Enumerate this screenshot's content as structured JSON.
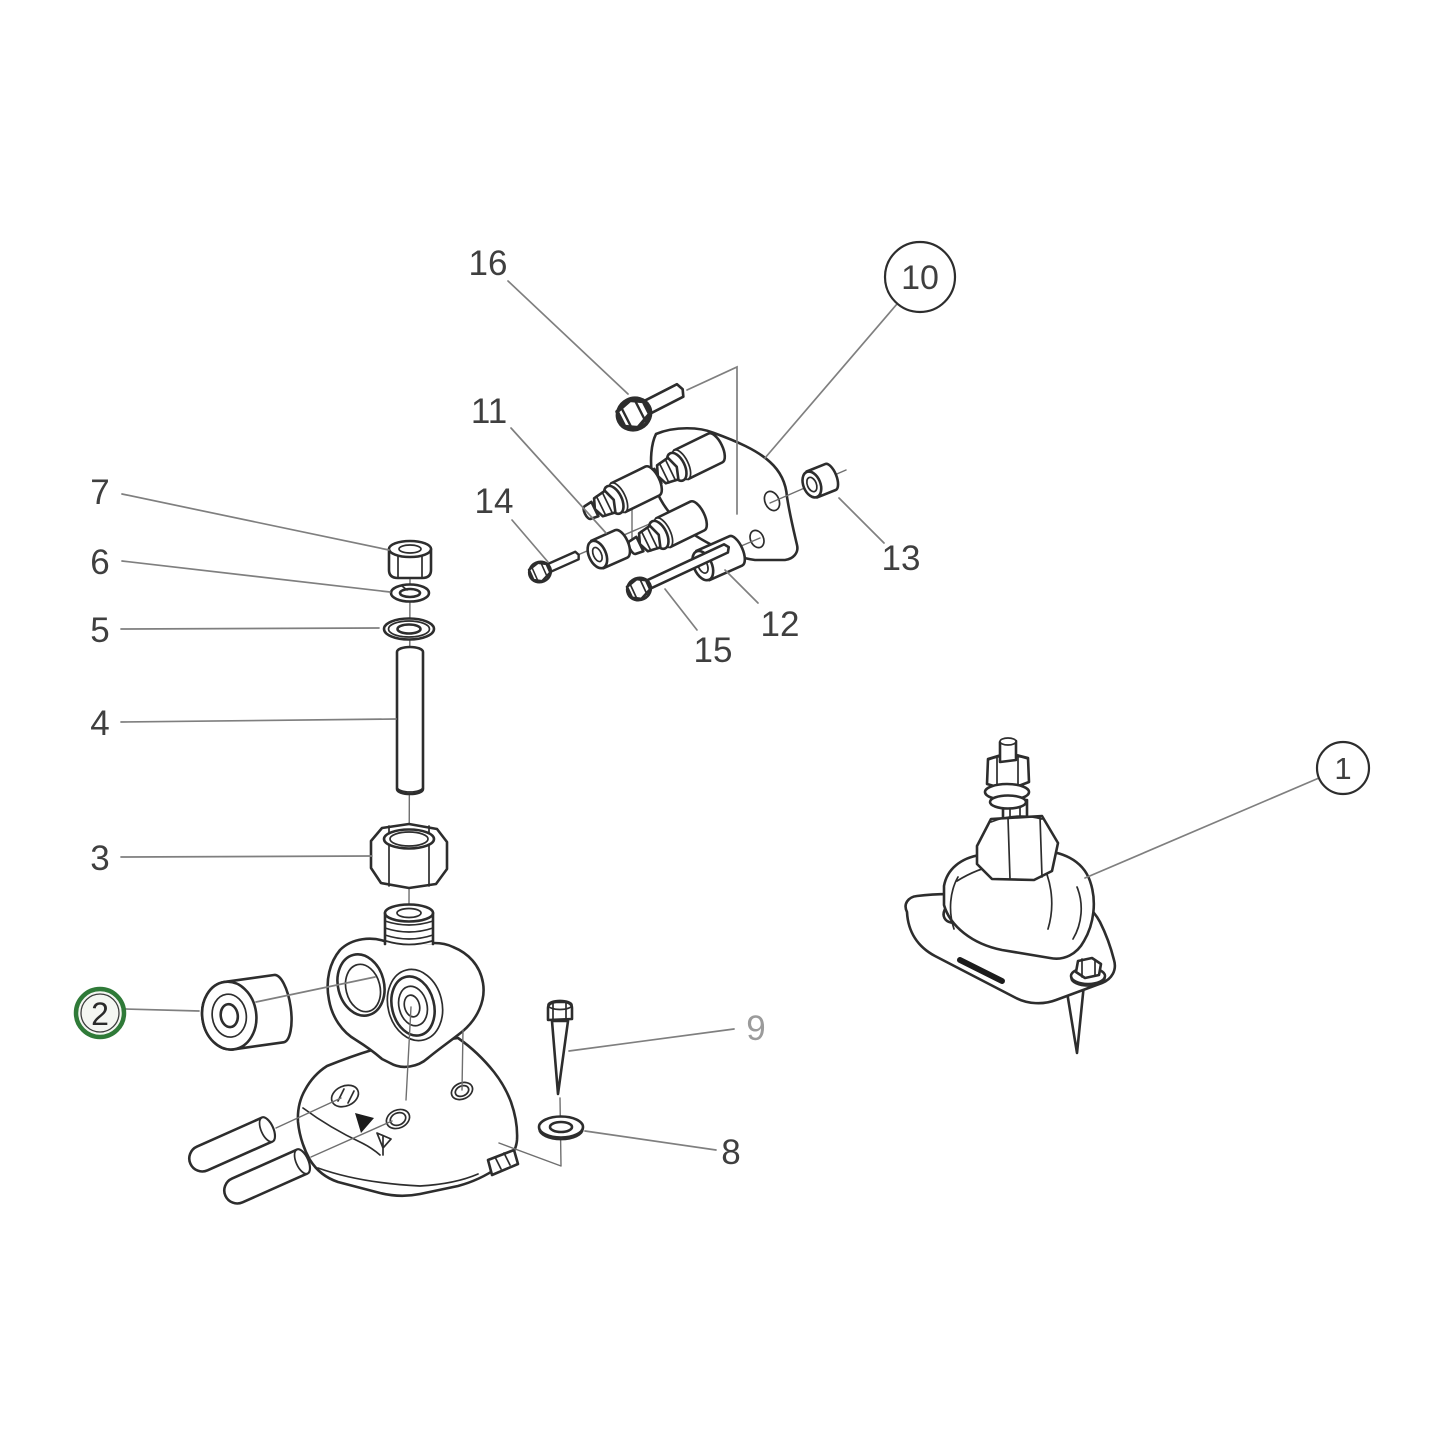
{
  "diagram": {
    "type": "exploded-parts-diagram",
    "background": "#ffffff",
    "colors": {
      "outline": "#2d2d2d",
      "leader": "#7f7f7f",
      "label": "#3f3f3f",
      "muted_label": "#9b9b9b",
      "highlight_ring": "#2f7a38",
      "highlight_fill": "#f4f6f2",
      "callout_circle_stroke": "#2d2d2d"
    },
    "callouts": {
      "c1": {
        "label": "1",
        "style": "circled"
      },
      "c2": {
        "label": "2",
        "style": "circled-highlighted"
      },
      "c3": {
        "label": "3",
        "style": "plain"
      },
      "c4": {
        "label": "4",
        "style": "plain"
      },
      "c5": {
        "label": "5",
        "style": "plain"
      },
      "c6": {
        "label": "6",
        "style": "plain"
      },
      "c7": {
        "label": "7",
        "style": "plain"
      },
      "c8": {
        "label": "8",
        "style": "plain"
      },
      "c9": {
        "label": "9",
        "style": "muted"
      },
      "c10": {
        "label": "10",
        "style": "circled"
      },
      "c11": {
        "label": "11",
        "style": "plain"
      },
      "c12": {
        "label": "12",
        "style": "plain"
      },
      "c13": {
        "label": "13",
        "style": "plain"
      },
      "c14": {
        "label": "14",
        "style": "plain"
      },
      "c15": {
        "label": "15",
        "style": "plain"
      },
      "c16": {
        "label": "16",
        "style": "plain"
      }
    }
  }
}
